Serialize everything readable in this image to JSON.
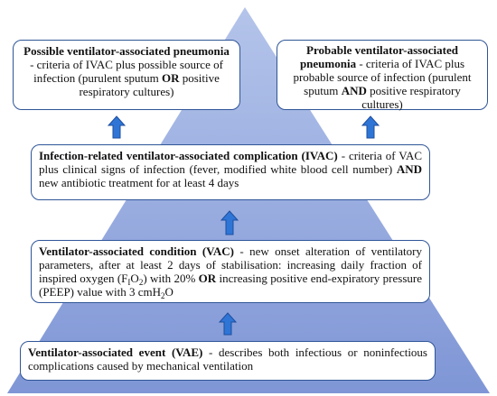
{
  "colors": {
    "pyramid_top": "#b4c4ea",
    "pyramid_bottom": "#7f96d6",
    "box_border": "#2f5597",
    "arrow_fill": "#2e75d6"
  },
  "possible_vap": {
    "title": "Possible ventilator-associated pneumonia",
    "text_a": " - criteria of IVAC plus possible source of infection (purulent sputum ",
    "or": "OR",
    "text_b": " positive respiratory cultures)"
  },
  "probable_vap": {
    "title": "Probable ventilator-associated pneumonia",
    "text_a": " - criteria of IVAC plus probable source of infection (purulent sputum ",
    "and": "AND",
    "text_b": " positive respiratory cultures)"
  },
  "ivac": {
    "title": "Infection-related ventilator-associated complication (IVAC)",
    "text_a": " - criteria of VAC plus clinical signs of infection (fever, modified white blood cell number) ",
    "and": "AND",
    "text_b": " new antibiotic treatment for at least 4 days"
  },
  "vac": {
    "title": "Ventilator-associated condition (VAC)",
    "text_a": " - new onset alteration of ventilatory parameters, after at least 2 days of stabilisation: increasing daily fraction of inspired oxygen (F",
    "fio2_sub": "I",
    "text_b": "O",
    "o2_sub": "2",
    "text_c": ") with 20% ",
    "or": "OR",
    "text_d": " increasing positive end-expiratory pressure (PEEP) value with 3 cmH",
    "h2o_sub": "2",
    "text_e": "O"
  },
  "vae": {
    "title": "Ventilator-associated event (VAE)",
    "text": " - describes both infectious or noninfectious complications caused by mechanical ventilation"
  }
}
